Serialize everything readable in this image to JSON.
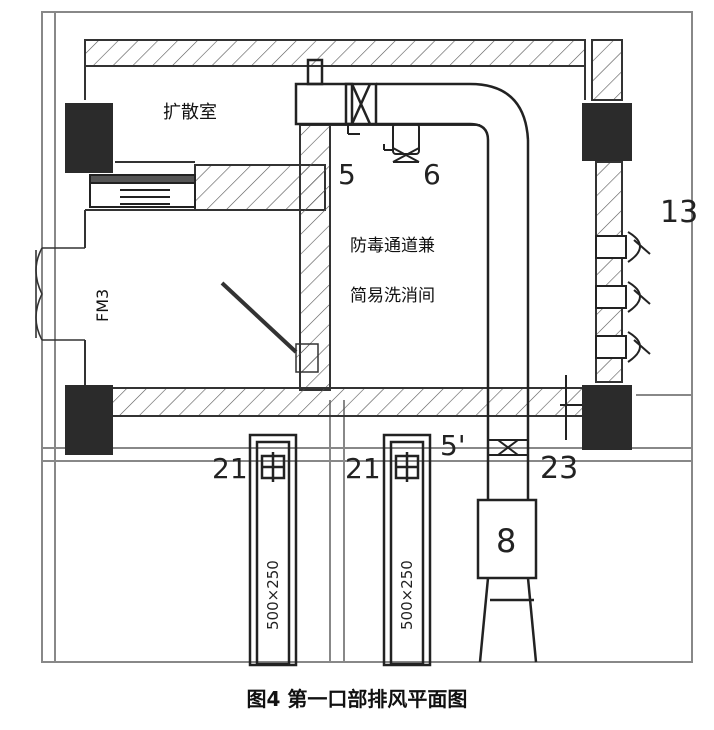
{
  "rooms": {
    "diffusion_room": "扩散室",
    "decon_line1": "防毒通道兼",
    "decon_line2": "简易洗消间"
  },
  "door_label": "FM3",
  "numbers": {
    "n5": "5",
    "n6": "6",
    "n13": "13",
    "n5p": "5'",
    "n8": "8",
    "n21a": "21",
    "n21b": "21",
    "n23": "23"
  },
  "duct_size": "500×250",
  "caption": "图4  第一口部排风平面图"
}
